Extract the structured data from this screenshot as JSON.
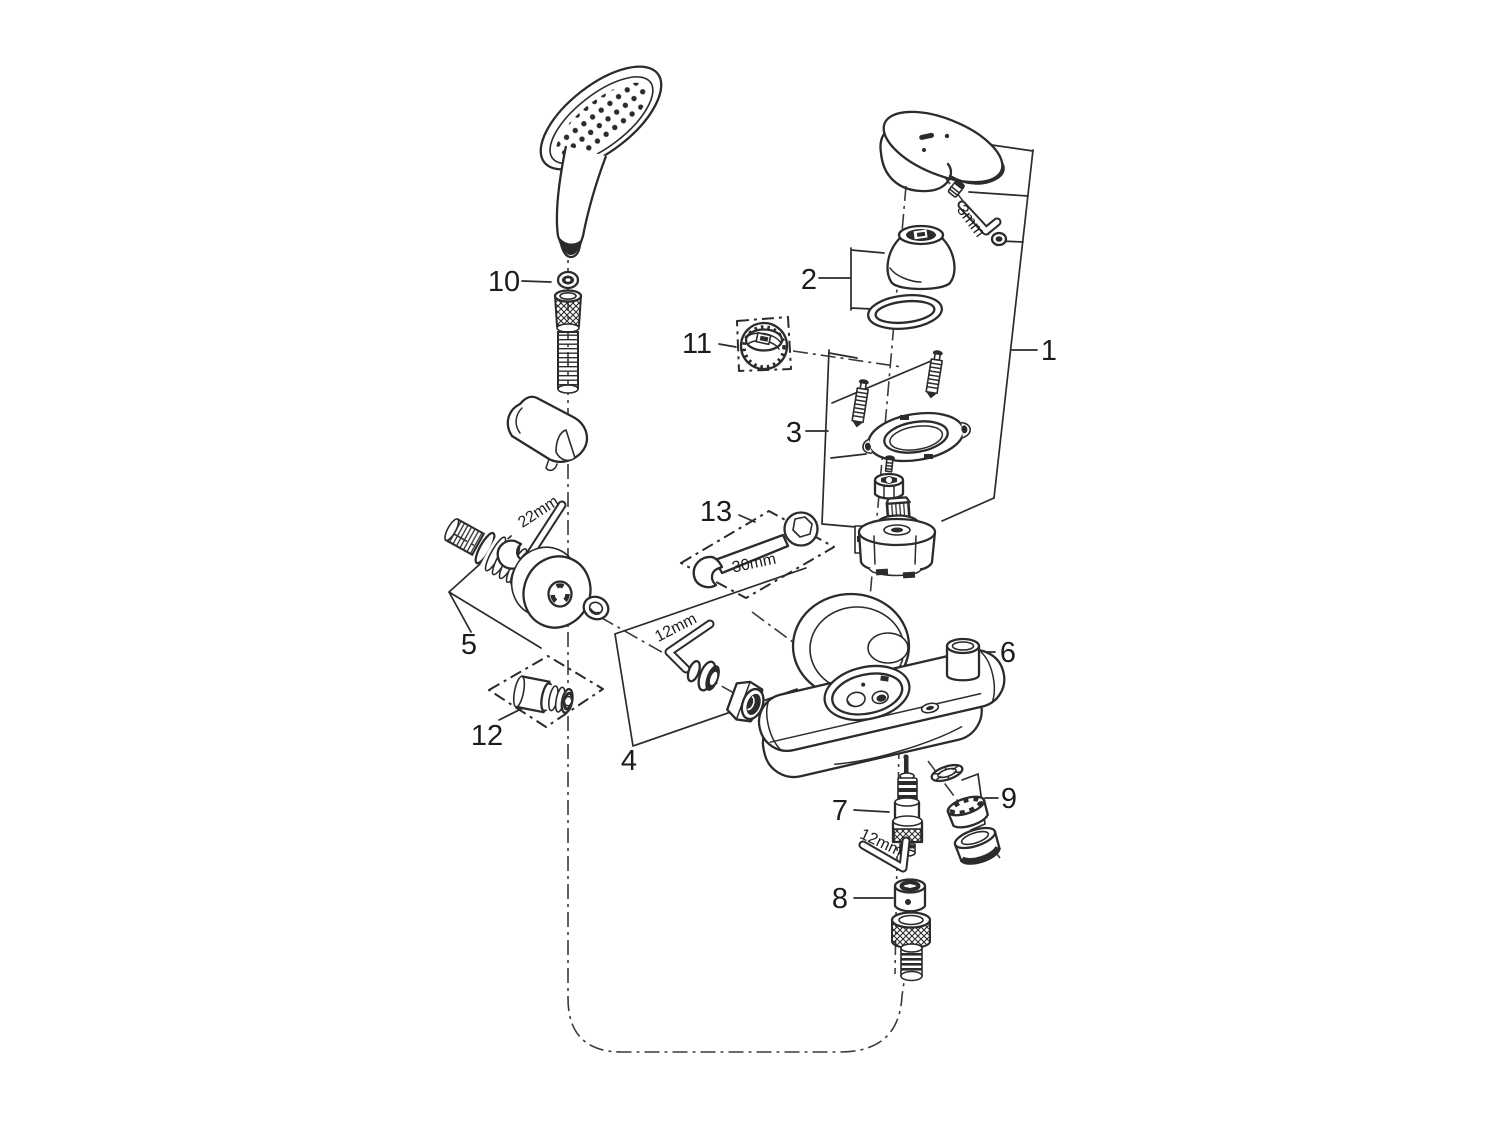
{
  "diagram": {
    "background_color": "#ffffff",
    "line_color": "#2b2b2b",
    "part_labels": {
      "p1": "1",
      "p2": "2",
      "p3": "3",
      "p4": "4",
      "p5": "5",
      "p6": "6",
      "p7": "7",
      "p8": "8",
      "p9": "9",
      "p10": "10",
      "p11": "11",
      "p12": "12",
      "p13": "13"
    },
    "tool_labels": {
      "allen_3mm": "3mm",
      "wrench_22mm": "22mm",
      "wrench_30mm": "30mm",
      "allen_12mm_inlet": "12mm",
      "allen_12mm_outlet": "12mm"
    }
  }
}
